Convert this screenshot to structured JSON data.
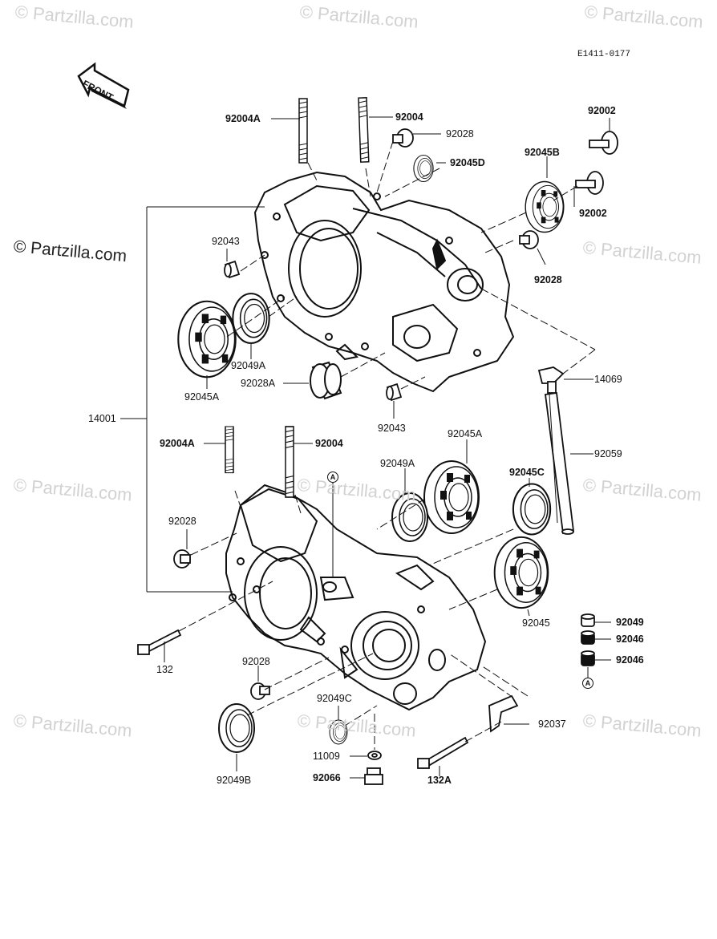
{
  "diagram_code": "E1411-0177",
  "front_label": "FRONT",
  "watermark_text": "© Partzilla.com",
  "circle_ref": "A",
  "labels": {
    "p92004A_top": "92004A",
    "p92004_top": "92004",
    "p92028_top": "92028",
    "p92045D": "92045D",
    "p92002_top": "92002",
    "p92045B": "92045B",
    "p92002_mid": "92002",
    "p92043_top": "92043",
    "p92028_right": "92028",
    "p92049A_left": "92049A",
    "p92045A_left": "92045A",
    "p92028A": "92028A",
    "p92043_mid": "92043",
    "p14069": "14069",
    "p14001": "14001",
    "p92004A_low": "92004A",
    "p92004_low": "92004",
    "p92045A_low": "92045A",
    "p92049A_low": "92049A",
    "p92045C": "92045C",
    "p92059": "92059",
    "p92028_lowleft": "92028",
    "p92045": "92045",
    "p92049": "92049",
    "p92046_a": "92046",
    "p92046_b": "92046",
    "p132": "132",
    "p92028_bottom": "92028",
    "p92049C": "92049C",
    "p92037": "92037",
    "p11009": "11009",
    "p92049B": "92049B",
    "p92066": "92066",
    "p132A": "132A"
  },
  "colors": {
    "ink": "#111111",
    "watermark": "#d2d2d2",
    "paper": "#ffffff"
  }
}
